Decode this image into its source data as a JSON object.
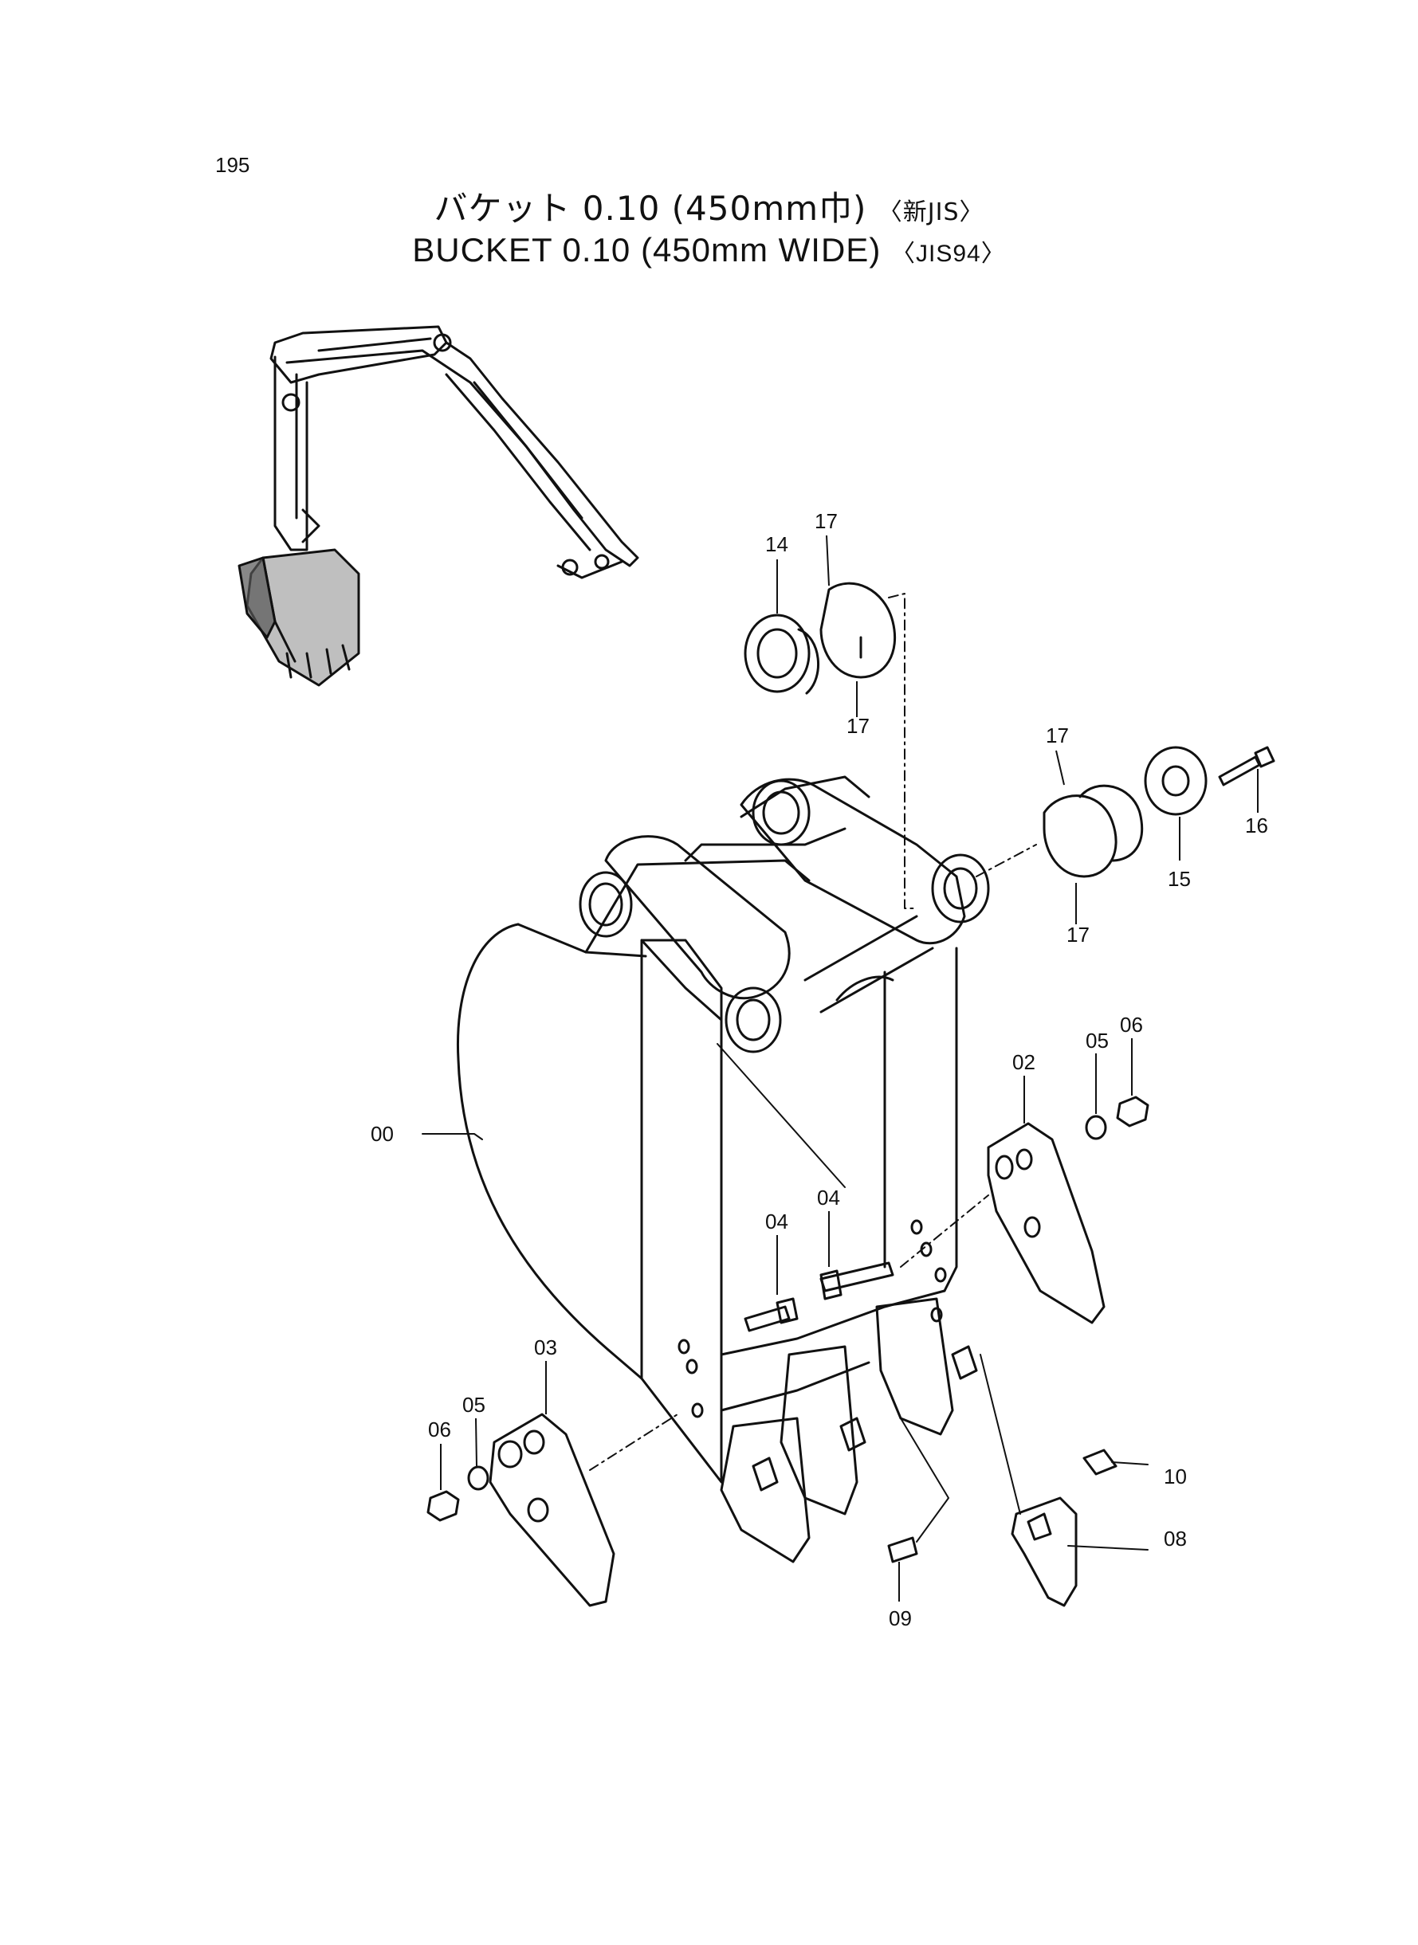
{
  "page_number": "195",
  "title": {
    "jp": "バケット 0.10 (450mm巾)",
    "jp_standard": "〈新JIS〉",
    "en": "BUCKET 0.10 (450mm WIDE)",
    "en_standard": "〈JIS94〉"
  },
  "callouts": {
    "c00": "00",
    "c02": "02",
    "c03": "03",
    "c04a": "04",
    "c04b": "04",
    "c05a": "05",
    "c05b": "05",
    "c06a": "06",
    "c06b": "06",
    "c08": "08",
    "c09": "09",
    "c10": "10",
    "c14": "14",
    "c15": "15",
    "c16": "16",
    "c17a": "17",
    "c17b": "17",
    "c17c": "17",
    "c17d": "17"
  }
}
